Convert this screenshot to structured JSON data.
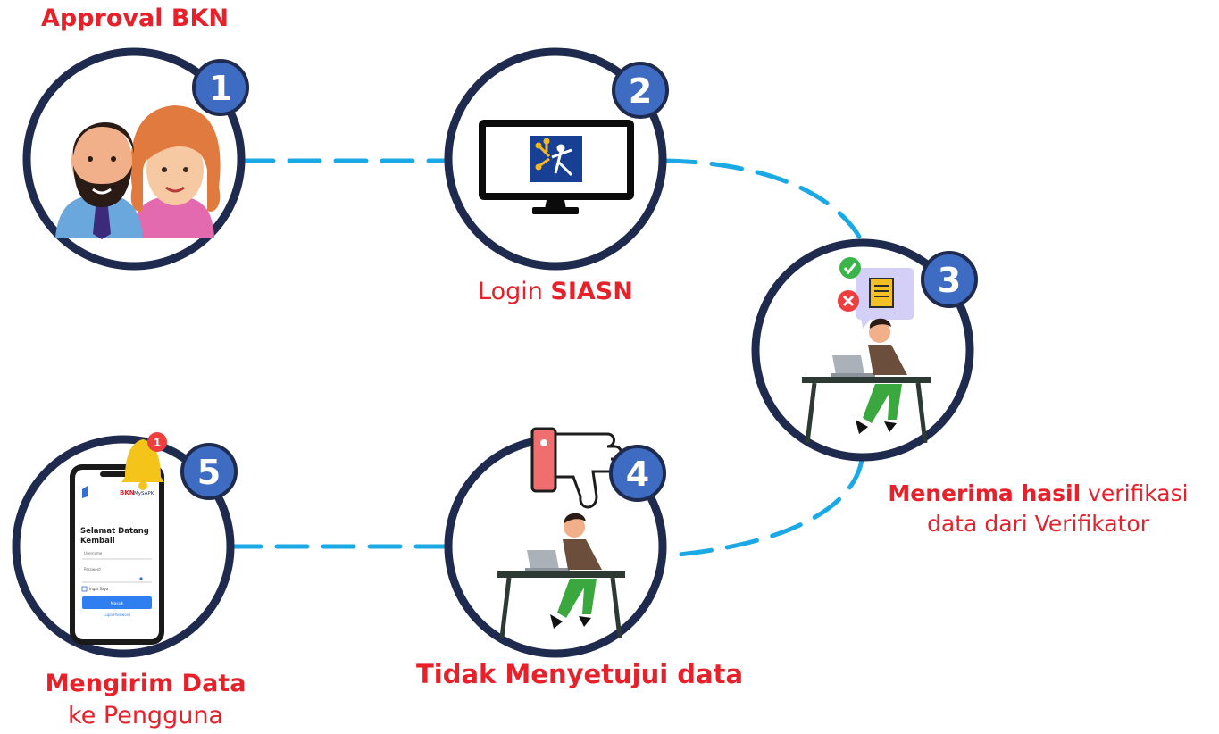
{
  "steps": [
    {
      "number": "1",
      "title": "Approval BKN"
    },
    {
      "number": "2",
      "title_normal": "Login ",
      "title_bold": "SIASN"
    },
    {
      "number": "3",
      "title_bold": "Menerima hasil",
      "title_normal": " verifikasi",
      "title_line2": "data dari Verifikator"
    },
    {
      "number": "4",
      "title": "Tidak Menyetujui data"
    },
    {
      "number": "5",
      "title_bold": "Mengirim Data",
      "title_line2": "ke Pengguna"
    }
  ],
  "phone_screen": {
    "brand": "BKN",
    "brand_app": "MySAPK",
    "welcome_line1": "Selamat Datang",
    "welcome_line2": "Kembali",
    "username_label": "Username",
    "password_label": "Password",
    "remember_label": "Ingat Saya",
    "login_button": "Masuk",
    "forgot_link": "Lupa Password"
  },
  "notification_count": "1",
  "colors": {
    "ring": "#1f2a4f",
    "badge": "#3e6cc2",
    "connector": "#1ba9e6",
    "label_red": "#e8202a"
  }
}
